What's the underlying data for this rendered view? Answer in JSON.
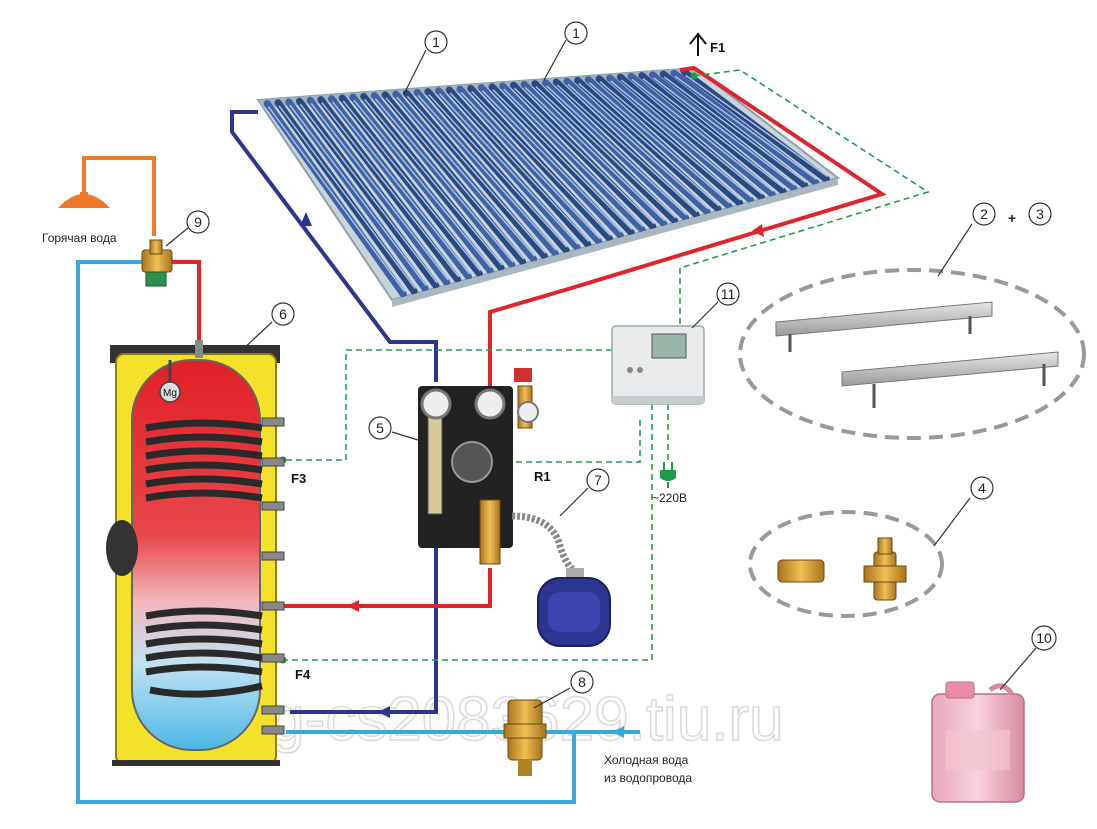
{
  "colors": {
    "hot": "#e0242b",
    "return": "#2e3591",
    "cold": "#39a9dd",
    "signal": "#1f9e4a",
    "shower": "#f07a2a"
  },
  "callouts": {
    "c1a": "1",
    "c1b": "1",
    "c23_left": "2",
    "c23_plus": "+",
    "c23_right": "3",
    "c4": "4",
    "c5": "5",
    "c6": "6",
    "c7": "7",
    "c8": "8",
    "c9": "9",
    "c10": "10",
    "c11": "11"
  },
  "sensors": {
    "f1": "F1",
    "f3": "F3",
    "f4": "F4",
    "r1": "R1"
  },
  "labels": {
    "hot_water": "Горячая вода",
    "cold_water_line1": "Холодная вода",
    "cold_water_line2": "из водопровода",
    "power": "~220В",
    "anode": "Mg"
  },
  "watermark": "ecoorg-cs2083629.tiu.ru",
  "icons": [
    "shower-icon",
    "thermostatic-mixer-icon",
    "tank-icon",
    "collector-icon",
    "pump-station-icon",
    "controller-icon",
    "expansion-vessel-icon",
    "safety-group-icon",
    "canister-icon",
    "plug-icon",
    "mounting-rail-icon",
    "fitting-icon",
    "arrow-up-icon"
  ]
}
